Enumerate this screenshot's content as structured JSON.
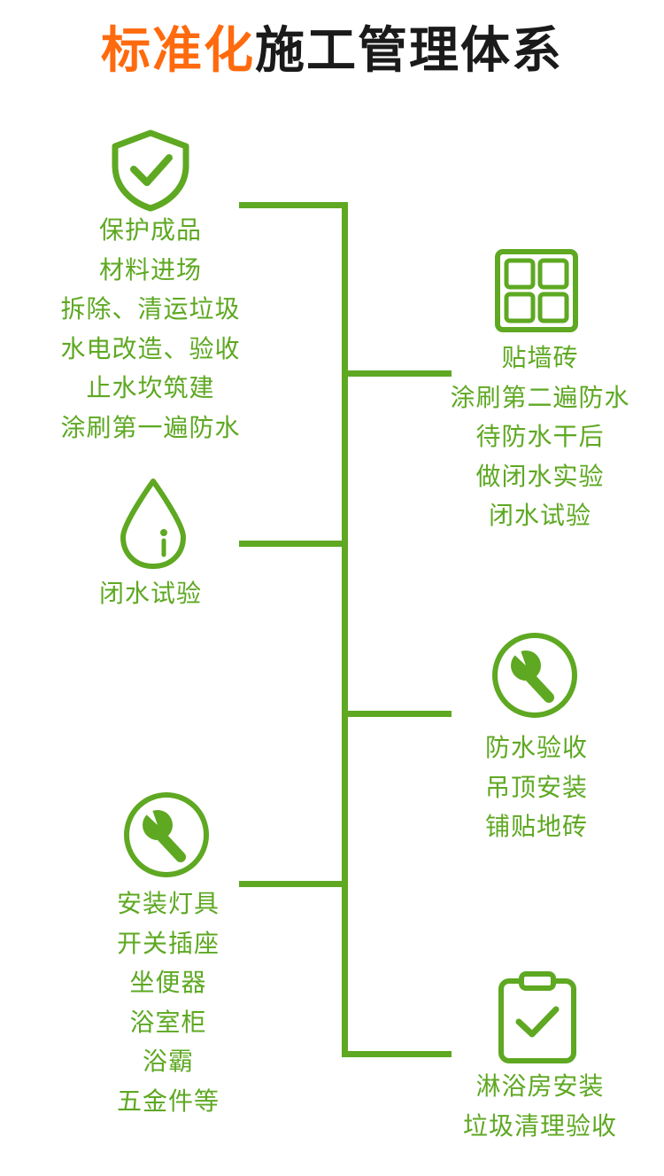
{
  "title": {
    "highlight": "标准化",
    "rest": "施工管理体系"
  },
  "colors": {
    "accent": "#5ea822",
    "highlight": "#ff6a0e",
    "title": "#1a1a1a"
  },
  "stages": [
    {
      "side": "left",
      "icon": "shield-check-icon",
      "lines": [
        "保护成品",
        "材料进场",
        "拆除、清运垃圾",
        "水电改造、验收",
        "止水坎筑建",
        "涂刷第一遍防水"
      ]
    },
    {
      "side": "right",
      "icon": "tile-grid-icon",
      "lines": [
        "贴墙砖",
        "涂刷第二遍防水",
        "待防水干后",
        "做闭水实验",
        "闭水试验"
      ]
    },
    {
      "side": "left",
      "icon": "water-drop-icon",
      "lines": [
        "闭水试验"
      ]
    },
    {
      "side": "right",
      "icon": "wrench-icon",
      "lines": [
        "防水验收",
        "吊顶安装",
        "铺贴地砖"
      ]
    },
    {
      "side": "left",
      "icon": "wrench-icon",
      "lines": [
        "安装灯具",
        "开关插座",
        "坐便器",
        "浴室柜",
        "浴霸",
        "五金件等"
      ]
    },
    {
      "side": "right",
      "icon": "clipboard-check-icon",
      "lines": [
        "淋浴房安装",
        "垃圾清理验收"
      ]
    }
  ]
}
